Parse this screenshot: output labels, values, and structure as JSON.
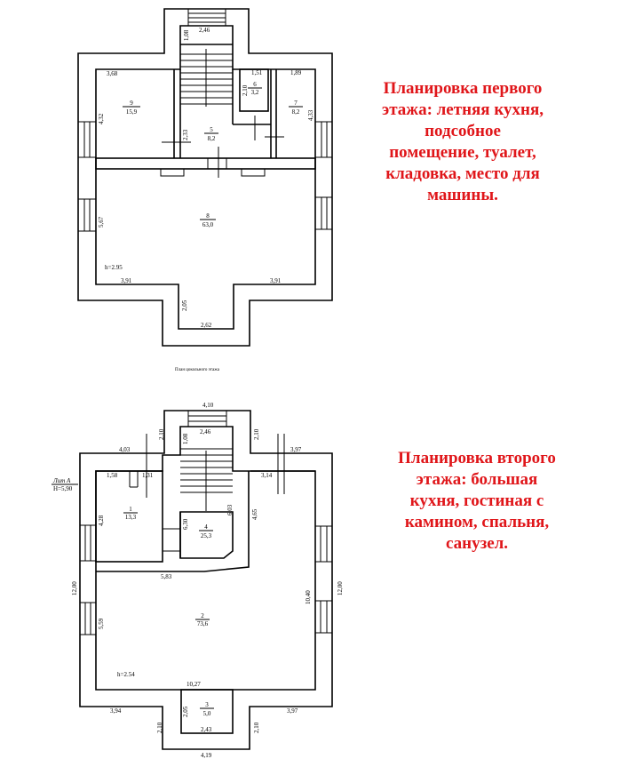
{
  "floor1": {
    "caption": "План цокольного этажа",
    "description": [
      "Планировка первого",
      "этажа: летняя кухня,",
      "подсобное",
      "помещение, туалет,",
      "кладовка, место для",
      "машины."
    ],
    "rooms": [
      {
        "num": "9",
        "area": "15,9"
      },
      {
        "num": "5",
        "area": "8,2"
      },
      {
        "num": "6",
        "area": "3,2"
      },
      {
        "num": "7",
        "area": "8,2"
      },
      {
        "num": "8",
        "area": "63,0"
      }
    ],
    "dims": {
      "stair_w": "2,46",
      "stair_h": "1,08",
      "r9_w": "3,68",
      "r9_h": "4,32",
      "r6_w": "1,51",
      "r6_h": "2,10",
      "r7_w": "1,89",
      "r7_h": "4,33",
      "r5_h": "2,33",
      "r8_h": "5,67",
      "height": "h=2.95",
      "bl": "3,91",
      "br": "3,91",
      "notch_h": "2,05",
      "notch_w": "2,62"
    }
  },
  "floor2": {
    "lit_label": "Лит А",
    "lit_height": "H=5,90",
    "description": [
      "Планировка второго",
      "этажа: большая",
      "кухня, гостиная с",
      "камином, спальня,",
      "санузел."
    ],
    "rooms": [
      {
        "num": "1",
        "area": "13,3"
      },
      {
        "num": "4",
        "area": "25,3"
      },
      {
        "num": "2",
        "area": "73,6"
      },
      {
        "num": "3",
        "area": "5,0"
      }
    ],
    "dims": {
      "top_w": "4,10",
      "tl_h": "2,10",
      "tr_h": "2,10",
      "stair_w": "2,46",
      "stair_h": "1,08",
      "left_w": "4,03",
      "right_w": "3,97",
      "r1a": "1,58",
      "r1b": "1,31",
      "r1_h": "4,28",
      "r4_h1": "6,30",
      "r4_h2": "6,03",
      "mid_h": "4,65",
      "bay": "3,14",
      "r2_top": "5,83",
      "left_h": "12,00",
      "right_h": "12,00",
      "r2_h": "10,40",
      "r2_lh": "5,59",
      "height": "h=2.54",
      "r2_w": "10,27",
      "bl": "3,94",
      "br": "3,97",
      "bt_lh": "2,10",
      "bt_rh": "2,10",
      "r3_h": "2,05",
      "r3_w": "2,43",
      "bottom_w": "4,19"
    }
  }
}
